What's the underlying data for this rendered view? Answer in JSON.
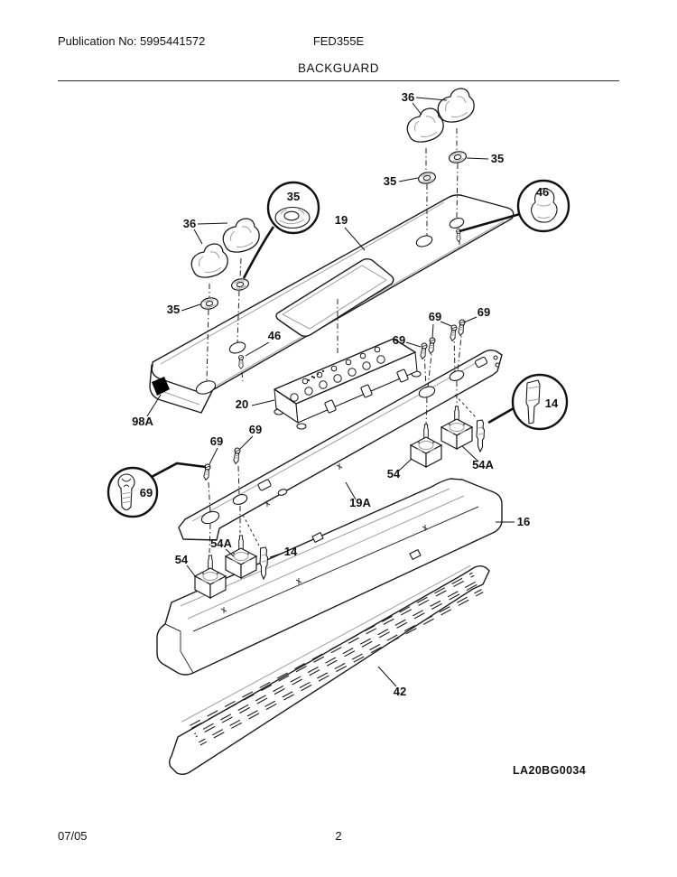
{
  "header": {
    "publication": "Publication No: 5995441572",
    "model": "FED355E",
    "section_title": "BACKGUARD"
  },
  "footer": {
    "date": "07/05",
    "page": "2"
  },
  "diagram": {
    "drawing_code": "LA20BG0034",
    "callouts": {
      "c36_top": "36",
      "c35_top_right": "35",
      "c35_top_left": "35",
      "c19": "19",
      "c36_left": "36",
      "c35_detail": "35",
      "c35_left": "35",
      "c46": "46",
      "c46_detail": "46",
      "c20": "20",
      "c69_a": "69",
      "c69_b": "69",
      "c69_c": "69",
      "c98a": "98A",
      "c69_d": "69",
      "c69_e": "69",
      "c69_detail": "69",
      "c19a": "19A",
      "c54_right": "54",
      "c54a_right": "54A",
      "c14_detail": "14",
      "c16": "16",
      "c54a_left": "54A",
      "c54_left": "54",
      "c14_left": "14",
      "c42": "42"
    }
  }
}
